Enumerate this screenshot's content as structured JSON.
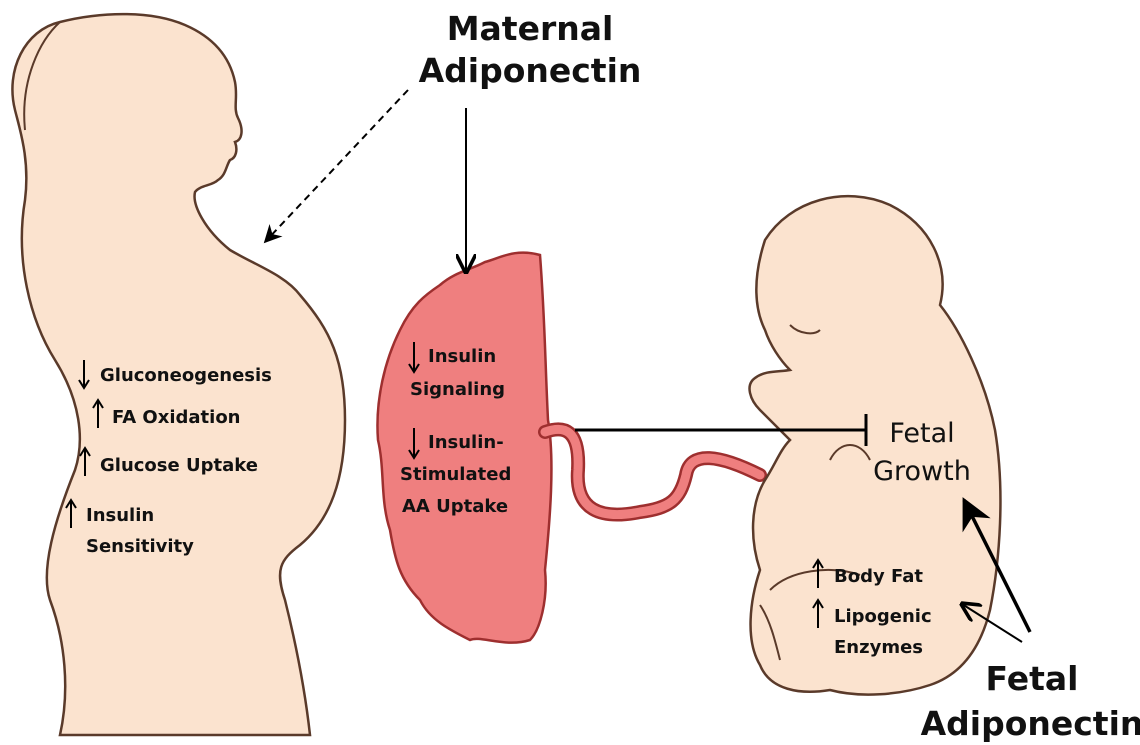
{
  "colors": {
    "skin": "#fbe3cf",
    "outline": "#5a3a2a",
    "placenta": "#ef7f7f",
    "placenta_outline": "#9e2f2f",
    "arrow": "#000000"
  },
  "labels": {
    "maternal_line1": "Maternal",
    "maternal_line2": "Adiponectin",
    "fetal_line1": "Fetal",
    "fetal_line2": "Adiponectin",
    "growth_line1": "Fetal",
    "growth_line2": "Growth"
  },
  "maternal_effects": {
    "gluconeogenesis": "Gluconeogenesis",
    "fa_oxidation": "FA Oxidation",
    "glucose_uptake": "Glucose Uptake",
    "insulin_line1": "Insulin",
    "insulin_line2": "Sensitivity"
  },
  "placenta_effects": {
    "insulin_line1": "Insulin",
    "insulin_line2": "Signaling",
    "aa_line1": "Insulin-",
    "aa_line2": "Stimulated",
    "aa_line3": "AA Uptake"
  },
  "fetal_effects": {
    "body_fat": "Body Fat",
    "lipogenic_line1": "Lipogenic",
    "lipogenic_line2": "Enzymes"
  },
  "icons": {
    "mother": "pregnant-woman-silhouette",
    "placenta": "placenta-shape",
    "fetus": "fetus-silhouette"
  }
}
